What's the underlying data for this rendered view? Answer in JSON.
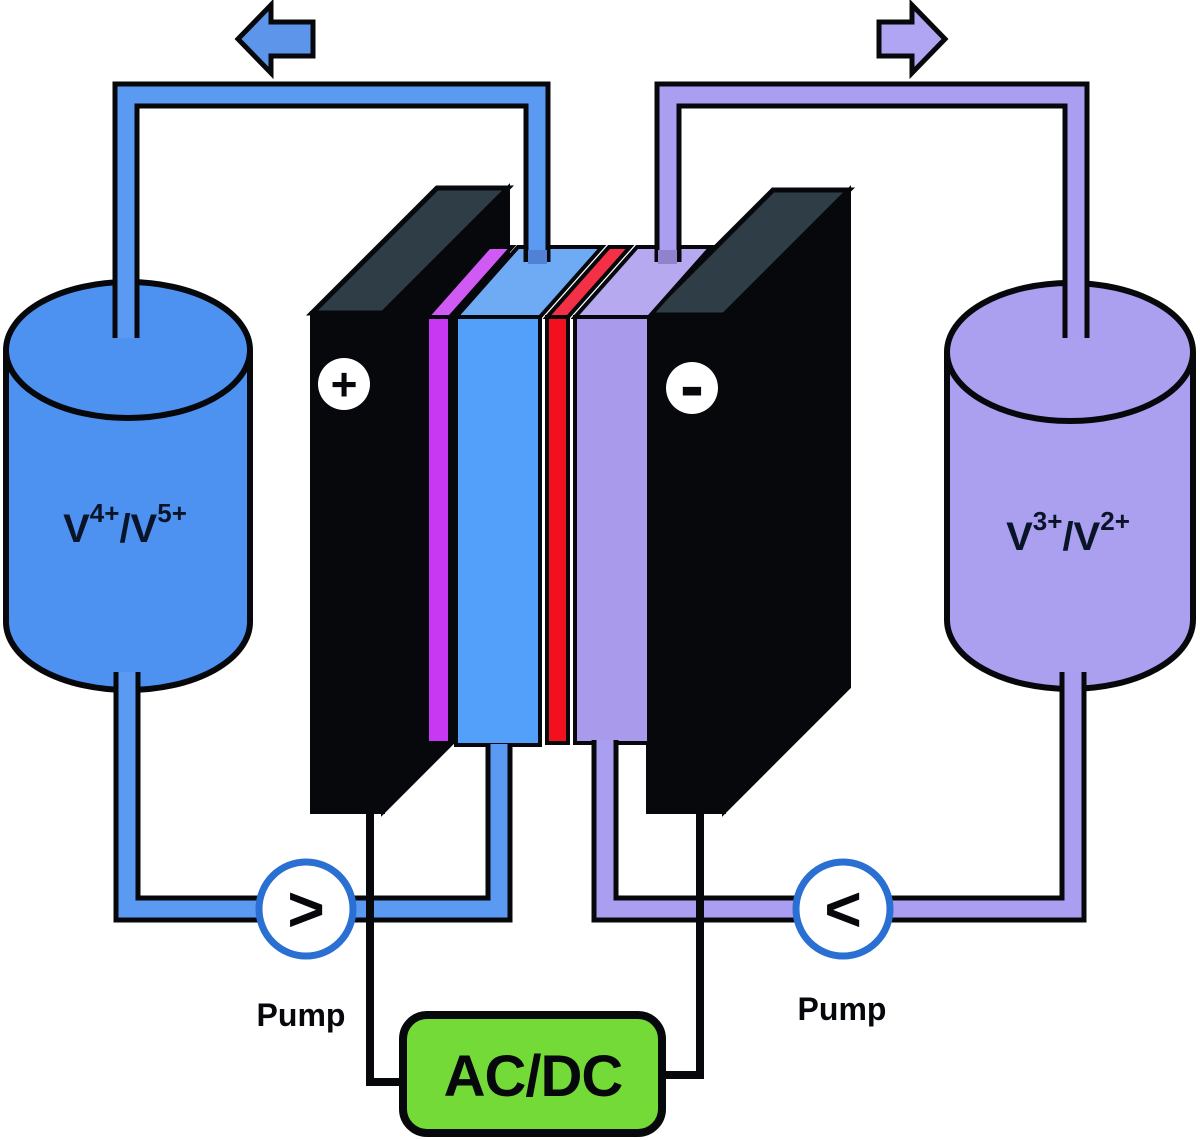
{
  "arrows": {
    "left_flow_direction": "left",
    "right_flow_direction": "right"
  },
  "tanks": {
    "left": {
      "v1": "V",
      "s1": "4+",
      "v2": "/V",
      "s2": "5+"
    },
    "right": {
      "v1": "V",
      "s1": "3+",
      "v2": "/V",
      "s2": "2+"
    }
  },
  "cell": {
    "positive_terminal": "+",
    "negative_terminal": "-"
  },
  "pumps": {
    "left": {
      "label": "Pump",
      "symbol": ">"
    },
    "right": {
      "label": "Pump",
      "symbol": "<"
    }
  },
  "power_supply": {
    "label": "AC/DC"
  },
  "colors": {
    "catholyte_tank_blue": "#4d92f0",
    "blue_pipe": "#5b9af2",
    "blue_arrow": "#5c95ea",
    "positive_electrode_blue": "#53a0fa",
    "positive_electrode_blue_top": "#6fabf4",
    "blue_pipe_cap": "#5181d4",
    "anolyte_tank_purple": "#ab9ff0",
    "purple_pipe": "#a99ef0",
    "purple_arrow": "#b0a5f2",
    "negative_electrode_purple": "#a99aec",
    "negative_electrode_purple_top": "#b7a9f0",
    "purple_pipe_cap": "#9082cc",
    "flow_frame_magenta": "#c838f2",
    "flow_frame_magenta_top": "#d05af4",
    "membrane_red": "#f2101f",
    "membrane_red_top": "#f43046",
    "endplate_black": "#06080c",
    "endplate_top_gray": "#2f3e46",
    "pump_ring_blue": "#2a6fd2",
    "power_green": "#74da38",
    "tank_text_navy": "#0a1428"
  }
}
